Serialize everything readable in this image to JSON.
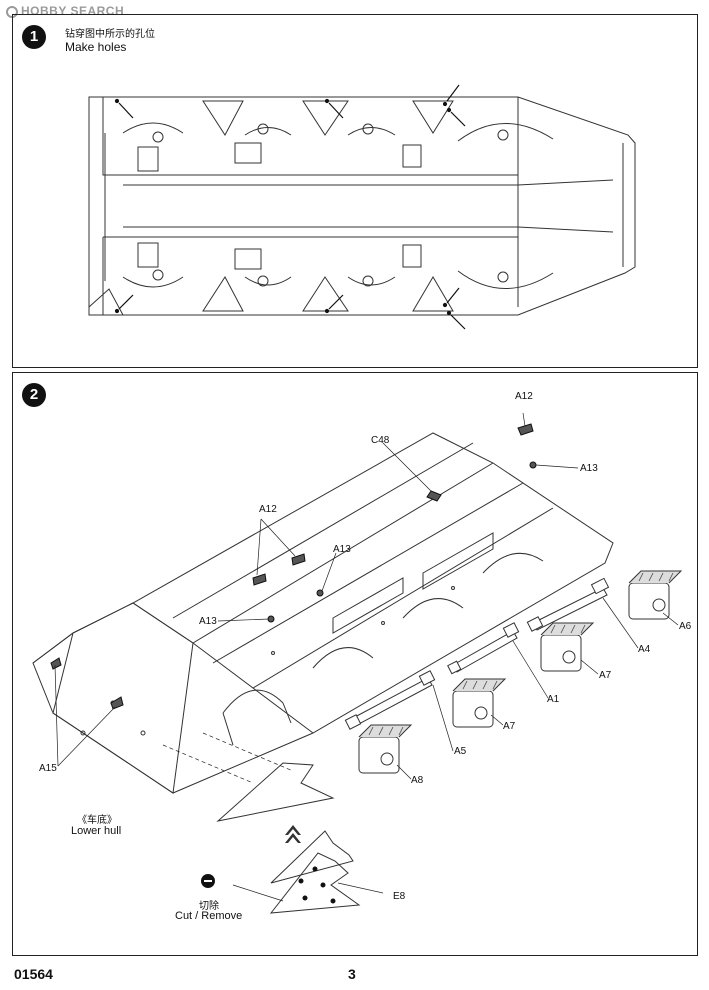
{
  "watermark": "HOBBY SEARCH",
  "step1": {
    "number": "1",
    "title_cn": "钻穿图中所示的孔位",
    "title_en": "Make holes"
  },
  "step2": {
    "number": "2",
    "parts": {
      "a12_top": "A12",
      "a13_right": "A13",
      "c48": "C48",
      "a12_left": "A12",
      "a13_mid": "A13",
      "a13_left": "A13",
      "a6": "A6",
      "a4": "A4",
      "a7_upper": "A7",
      "a1": "A1",
      "a7_lower": "A7",
      "a5": "A5",
      "a8": "A8",
      "a15": "A15",
      "e8": "E8"
    },
    "lower_hull_cn": "《车底》",
    "lower_hull_en": "Lower hull",
    "cut_cn": "切除",
    "cut_en": "Cut / Remove"
  },
  "footer": {
    "code": "01564",
    "page": "3"
  }
}
